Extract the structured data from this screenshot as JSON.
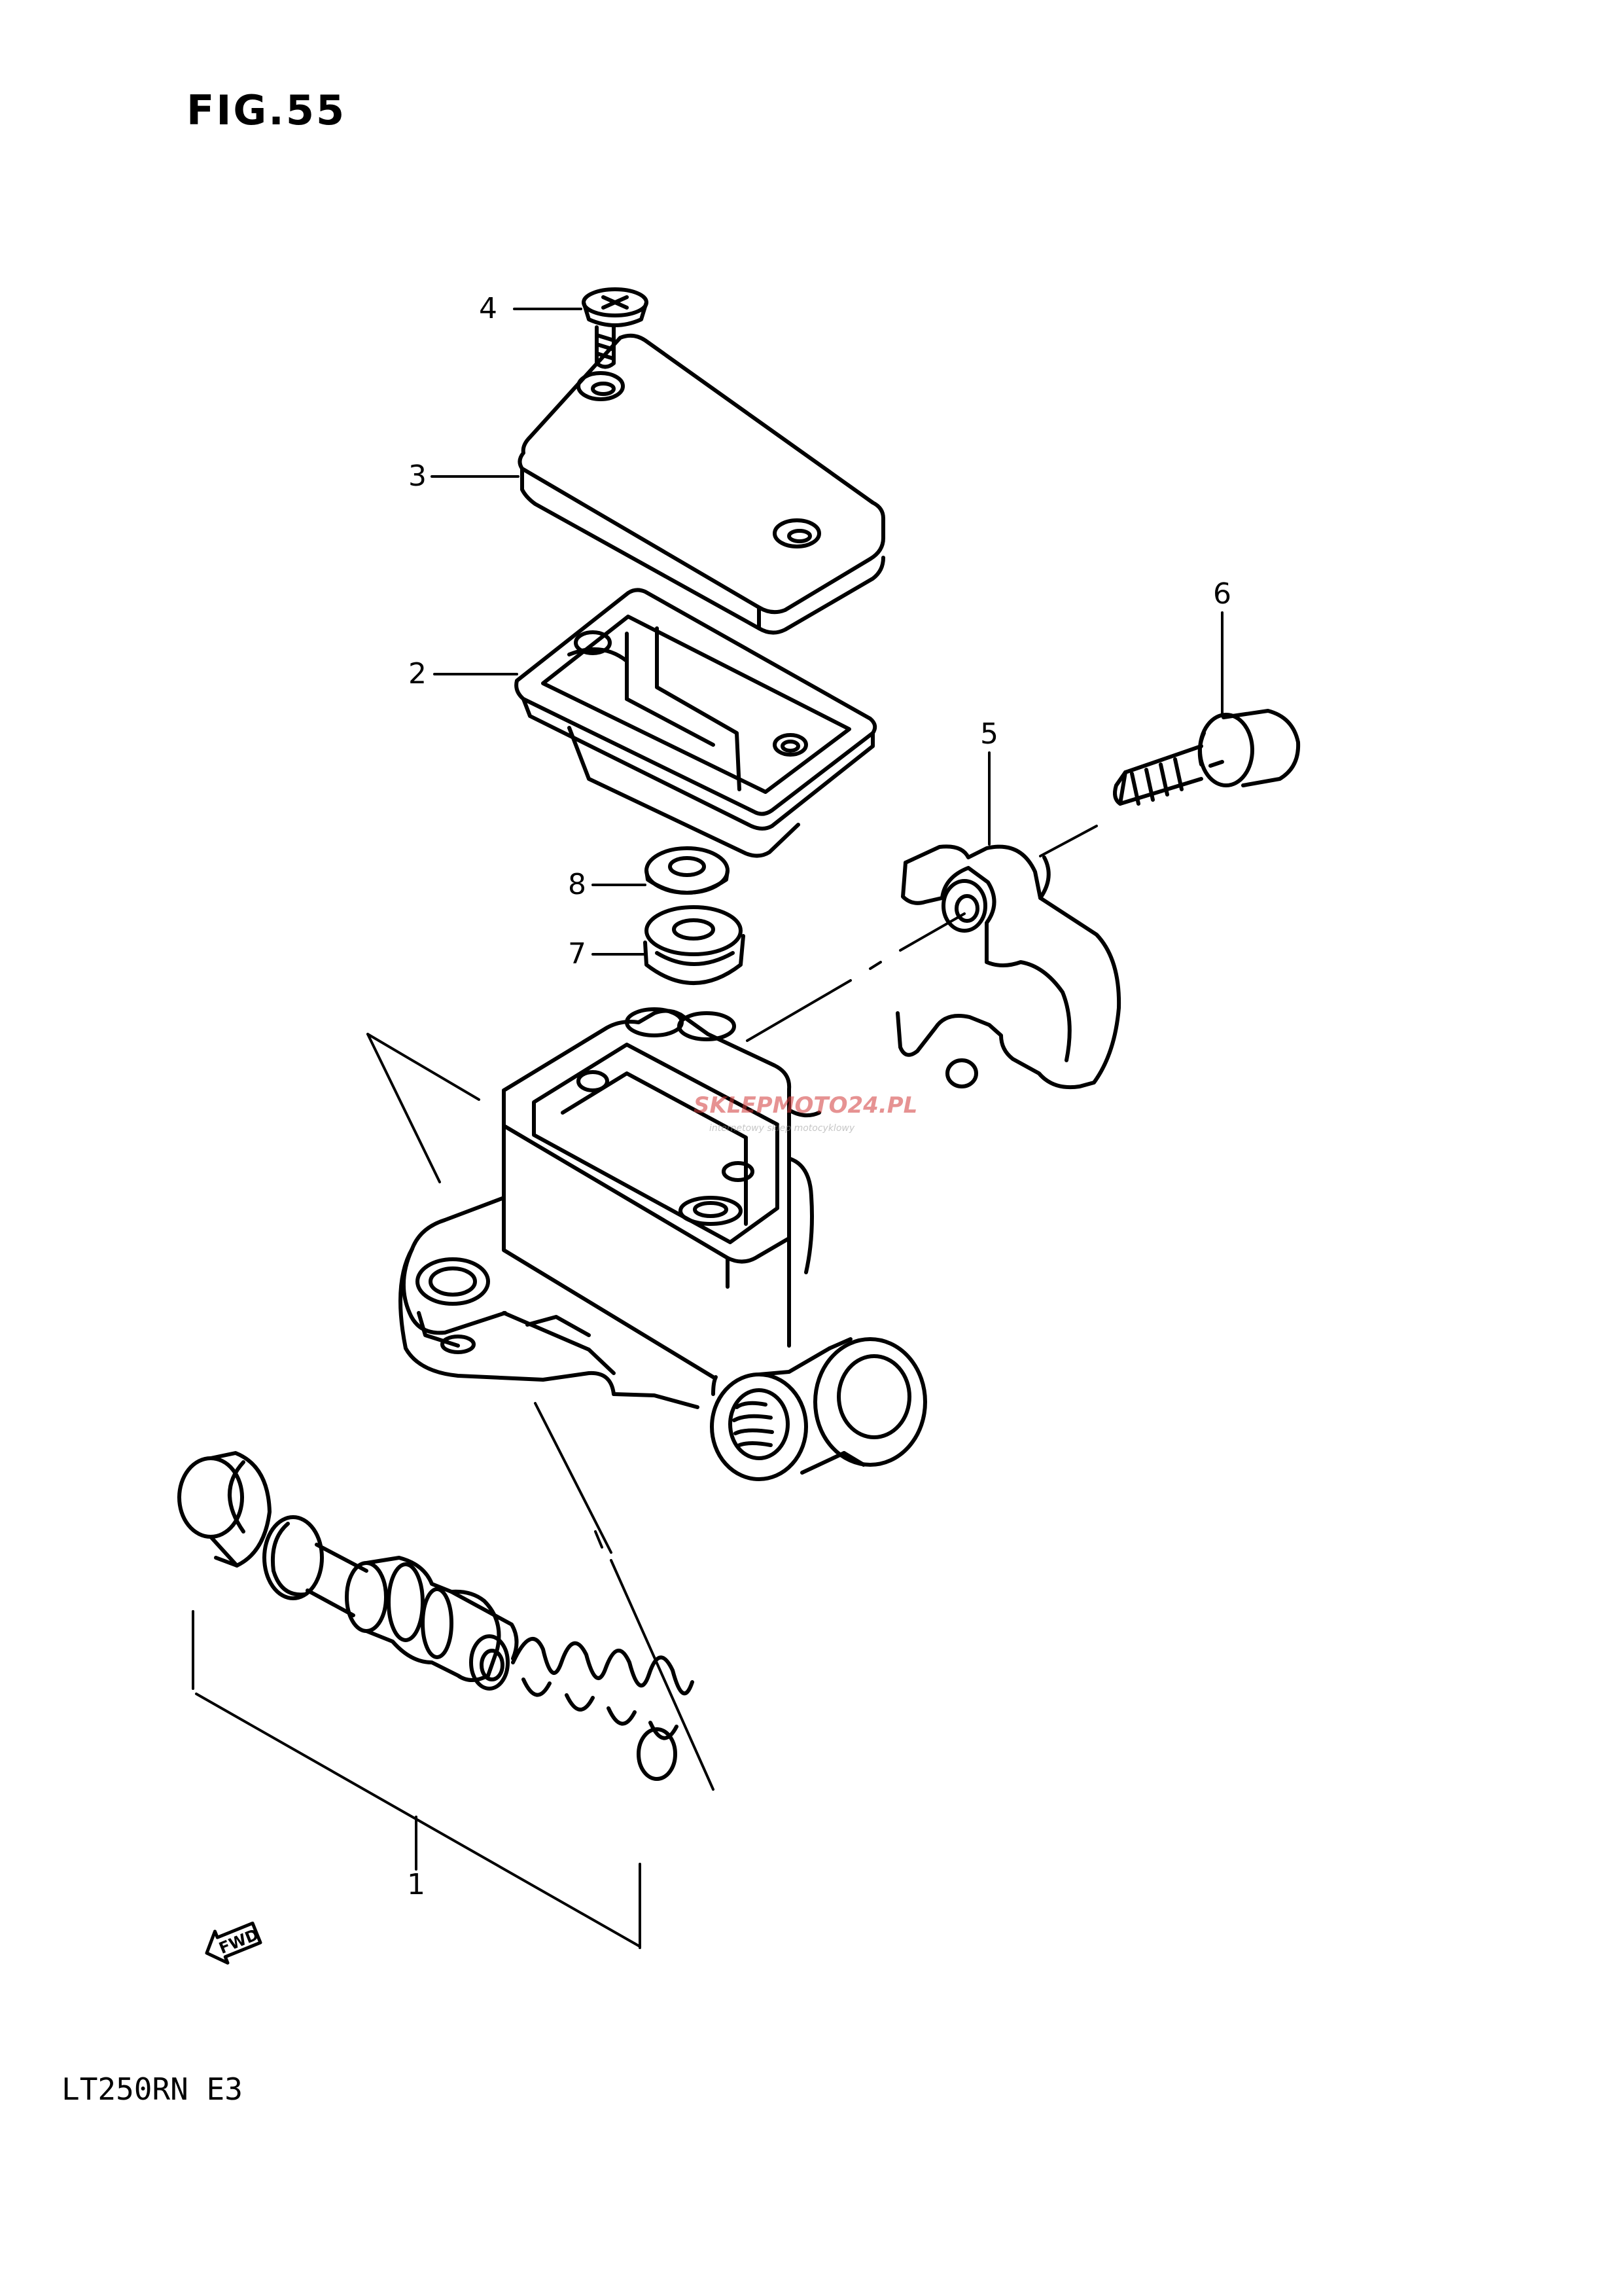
{
  "figure": {
    "title": "FIG.55"
  },
  "callouts": [
    {
      "number": "1",
      "part": "master-cylinder-piston-kit"
    },
    {
      "number": "2",
      "part": "reservoir-diaphragm"
    },
    {
      "number": "3",
      "part": "reservoir-cap"
    },
    {
      "number": "4",
      "part": "cap-screw"
    },
    {
      "number": "5",
      "part": "clamp-holder"
    },
    {
      "number": "6",
      "part": "clamp-bolt"
    },
    {
      "number": "7",
      "part": "boot"
    },
    {
      "number": "8",
      "part": "washer"
    }
  ],
  "direction_badge": {
    "label": "FWD"
  },
  "watermark": {
    "text": "SKLEPMOTO24.PL",
    "subtext": "internetowy sklep motocyklowy"
  },
  "footer": {
    "model_code": "LT250RN  E3"
  },
  "colors": {
    "ink": "#000000",
    "paper": "#ffffff",
    "watermark": "#d23a3a"
  }
}
